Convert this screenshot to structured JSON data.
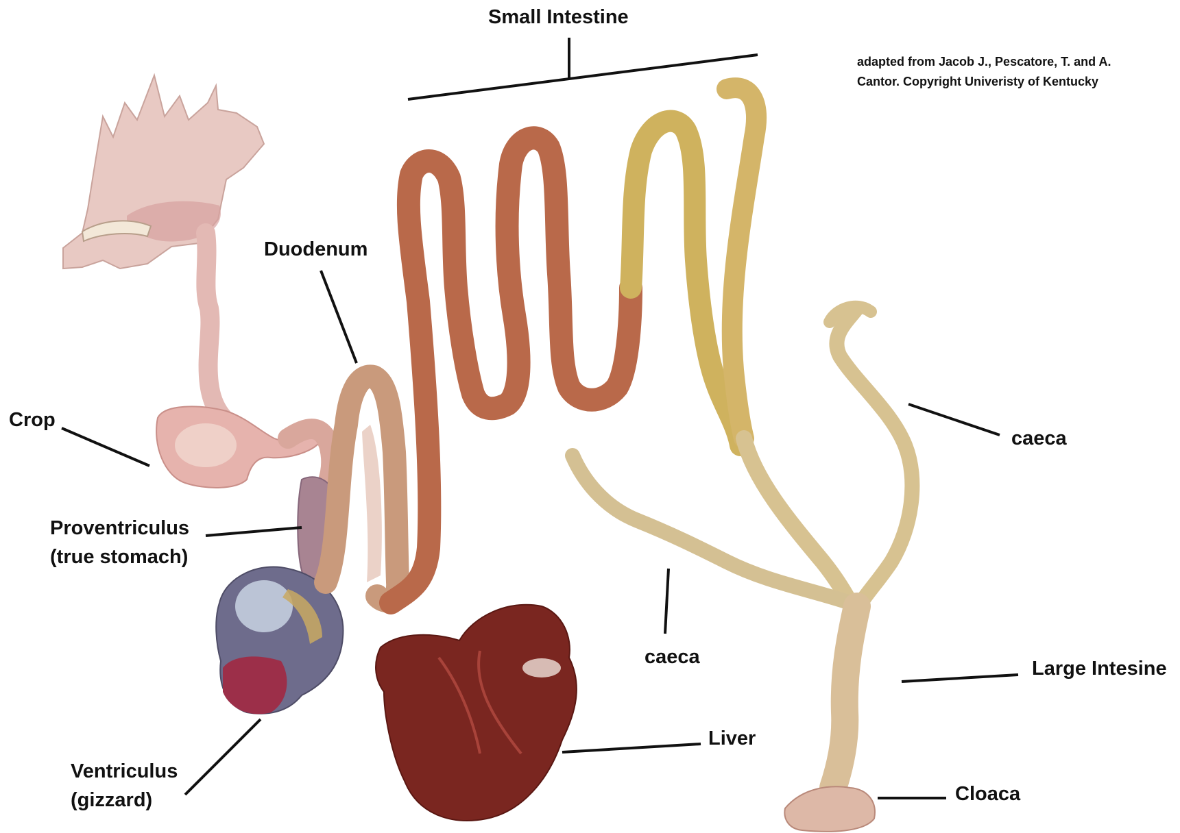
{
  "labels": {
    "small_intestine": "Small Intestine",
    "duodenum": "Duodenum",
    "crop": "Crop",
    "proventriculus_line1": "Proventriculus",
    "proventriculus_line2": "(true stomach)",
    "ventriculus_line1": "Ventriculus",
    "ventriculus_line2": "(gizzard)",
    "caeca_right": "caeca",
    "caeca_center": "caeca",
    "large_intestine": "Large Intesine",
    "liver": "Liver",
    "cloaca": "Cloaca"
  },
  "credit": {
    "line1": "adapted from Jacob J., Pescatore, T. and A.",
    "line2": "Cantor. Copyright Univeristy of Kentucky"
  },
  "colors": {
    "background": "#ffffff",
    "label_text": "#111111",
    "leader_line": "#111111",
    "esophagus_pink": "#e3b9b4",
    "crop_pink": "#e6b3ad",
    "proventriculus_purple": "#a88492",
    "gizzard_blue": "#6e6c8c",
    "gizzard_red": "#9c2f49",
    "duodenum_tan": "#c99a7c",
    "jejunum_brown": "#b9694a",
    "ileum_yellow": "#cfb25e",
    "caeca_tan": "#d7c291",
    "large_intestine_tan": "#d9bf99",
    "liver_maroon": "#7a2620"
  },
  "icons": [
    "digestive-tract-photo"
  ]
}
